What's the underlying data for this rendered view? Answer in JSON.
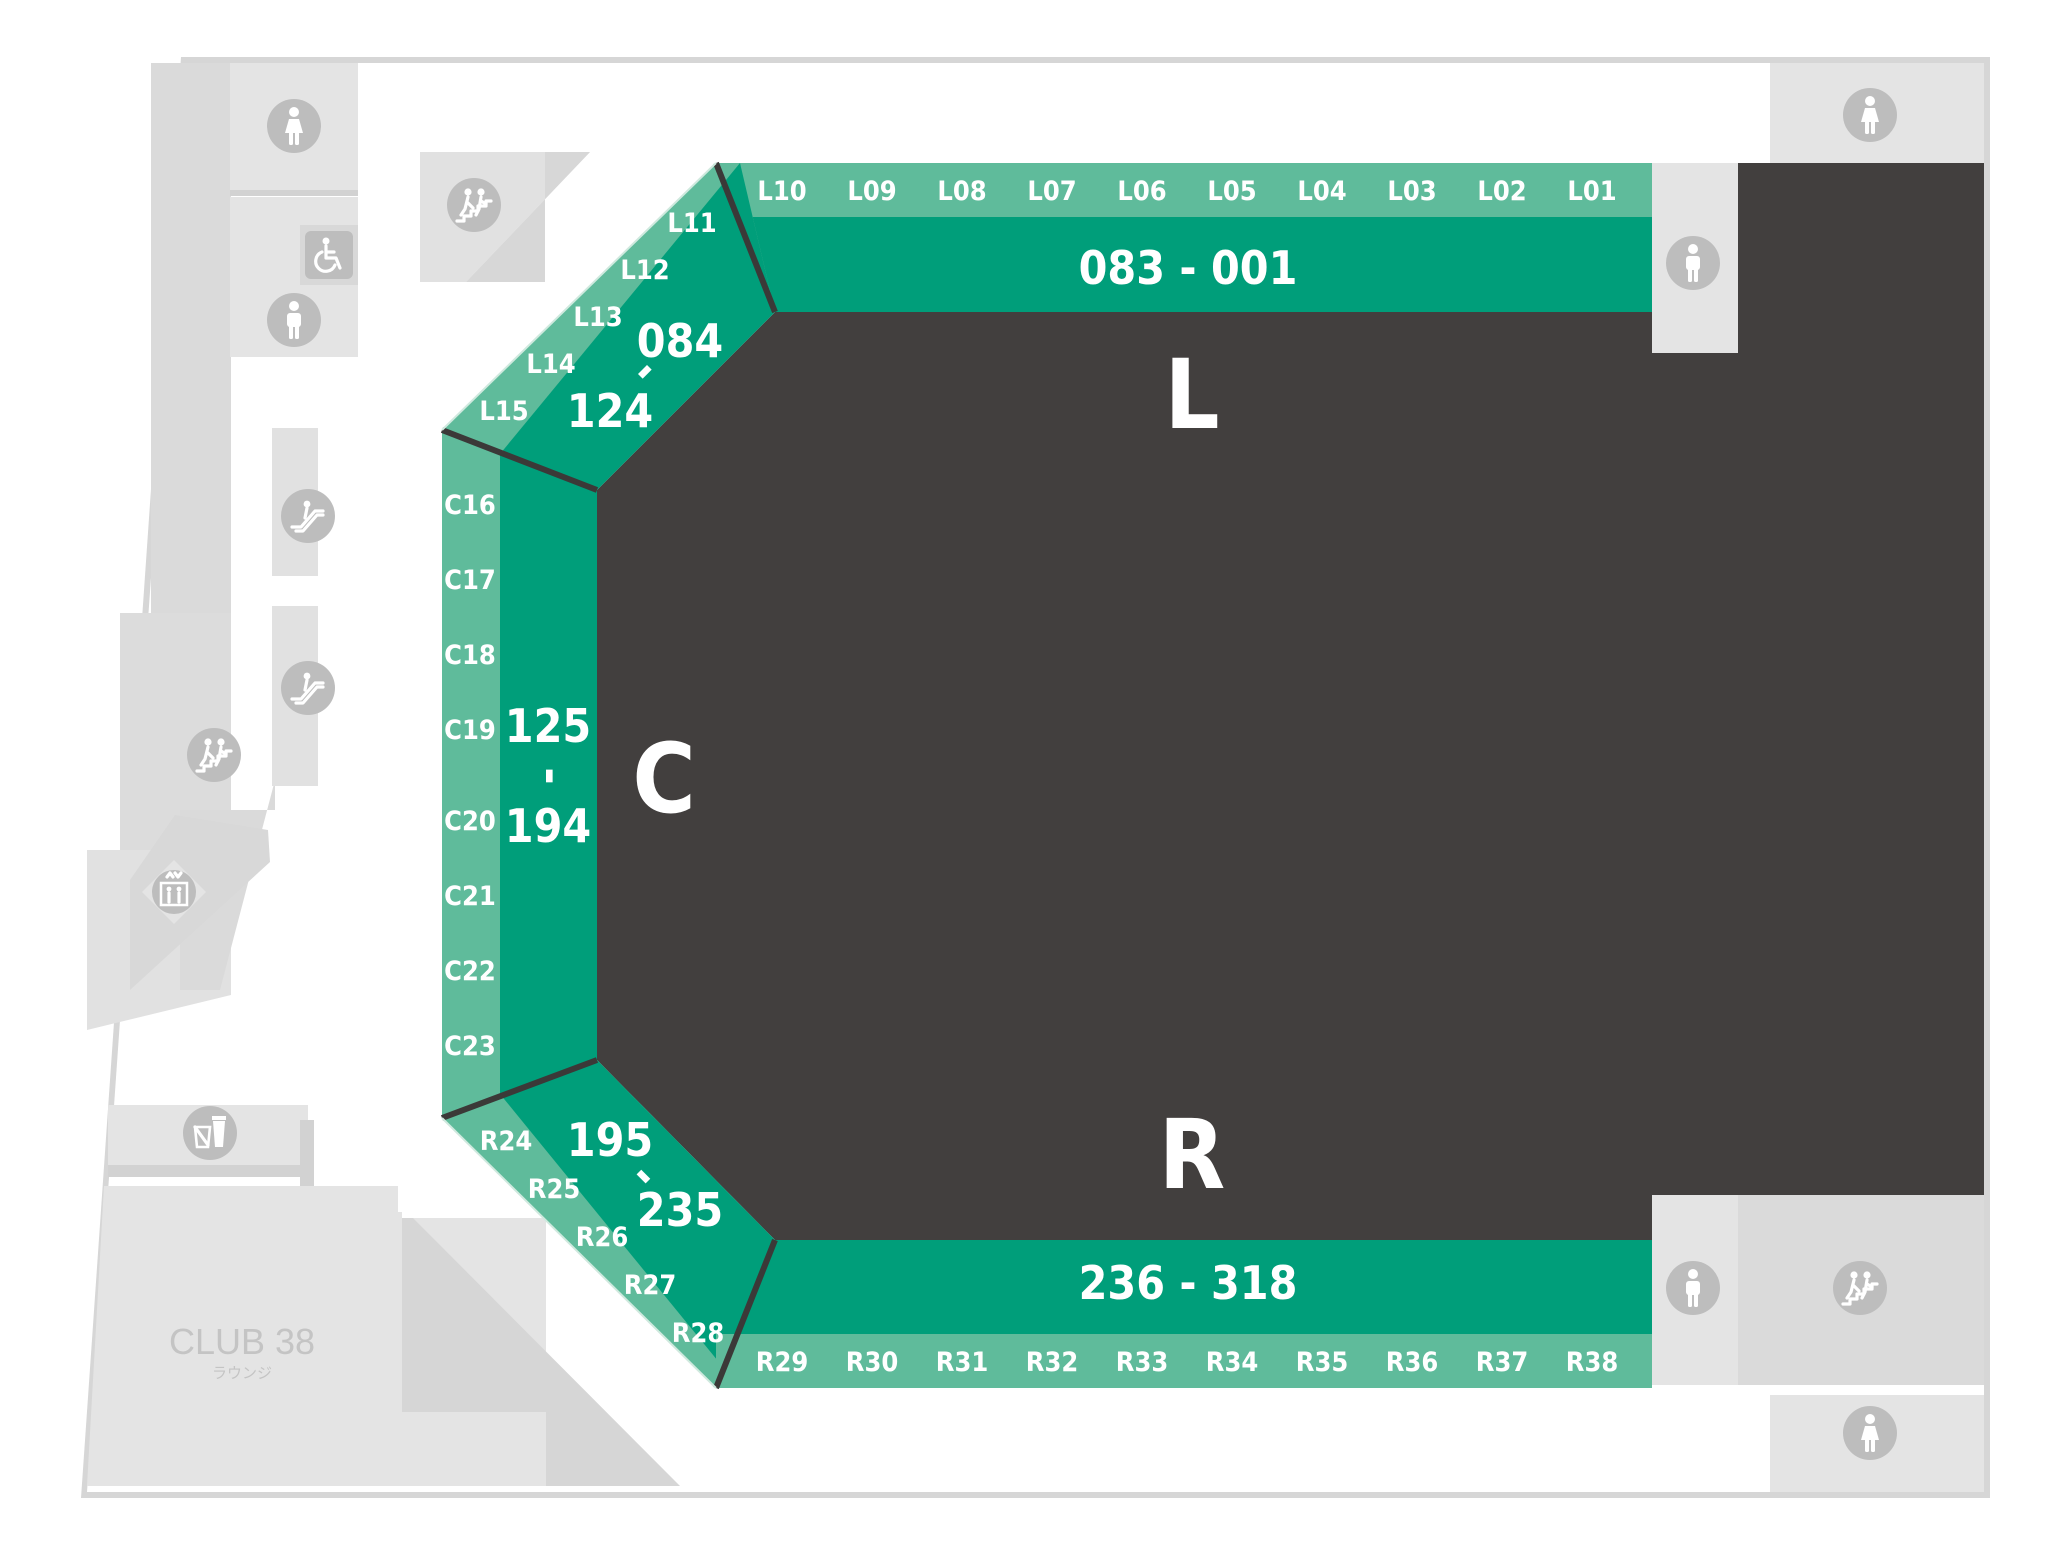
{
  "zones": {
    "left_letter": "L",
    "center_letter": "C",
    "right_letter": "R"
  },
  "ranges": {
    "left_main": "083 - 001",
    "left_corner_top": "084",
    "left_corner_dash": "-",
    "left_corner_bottom": "124",
    "center_top": "125",
    "center_dash": "-",
    "center_bottom": "194",
    "right_corner_top": "195",
    "right_corner_dash": "-",
    "right_corner_bottom": "235",
    "right_main": "236 - 318"
  },
  "rows": {
    "top": [
      "L10",
      "L09",
      "L08",
      "L07",
      "L06",
      "L05",
      "L04",
      "L03",
      "L02",
      "L01"
    ],
    "top_corner": [
      "L11",
      "L12",
      "L13",
      "L14",
      "L15"
    ],
    "center": [
      "C16",
      "C17",
      "C18",
      "C19",
      "C20",
      "C21",
      "C22",
      "C23"
    ],
    "bottom_corner": [
      "R24",
      "R25",
      "R26",
      "R27",
      "R28"
    ],
    "bottom": [
      "R29",
      "R30",
      "R31",
      "R32",
      "R33",
      "R34",
      "R35",
      "R36",
      "R37",
      "R38"
    ]
  },
  "lounge": {
    "name": "CLUB 38",
    "subtitle": "ラウンジ"
  },
  "icons": [
    "female-restroom-icon",
    "male-restroom-icon",
    "accessible-restroom-icon",
    "stairs-icon",
    "escalator-icon",
    "elevator-icon",
    "drink-counter-icon"
  ],
  "colors": {
    "seat_main": "#009e7a",
    "seat_row": "#5fbb9b",
    "floor": "#423f3e",
    "facility": "#e4e4e4",
    "structure": "#d2d2d2",
    "icon": "#bdbdbd"
  }
}
